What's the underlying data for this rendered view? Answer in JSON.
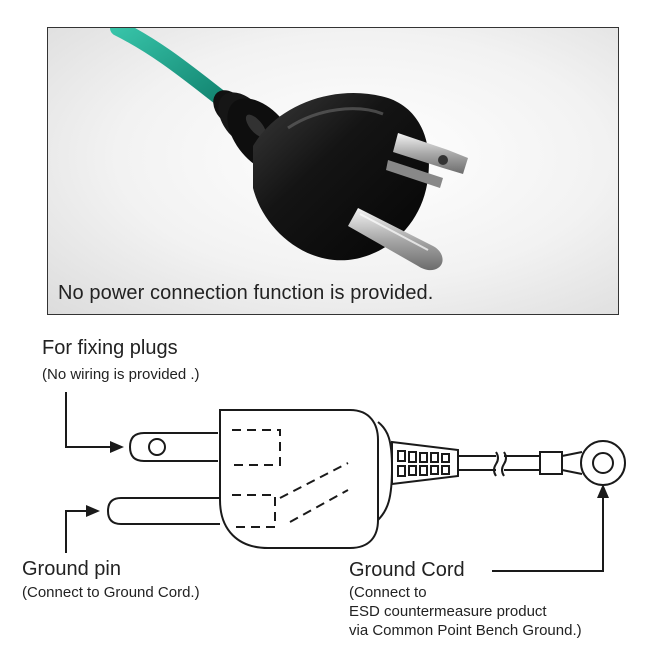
{
  "photo": {
    "caption": "No power connection function is provided."
  },
  "labels": {
    "fixing": {
      "title": "For fixing plugs",
      "note": "(No wiring is provided .)"
    },
    "ground_pin": {
      "title": "Ground pin",
      "note": "(Connect to Ground Cord.)"
    },
    "ground_cord": {
      "title": "Ground Cord",
      "note_line1": "(Connect to",
      "note_line2": "ESD countermeasure product",
      "note_line3": "via Common Point Bench Ground.)"
    }
  },
  "colors": {
    "cord_green": "#1f9e86",
    "plug_black": "#151515",
    "line": "#1a1a1a"
  }
}
